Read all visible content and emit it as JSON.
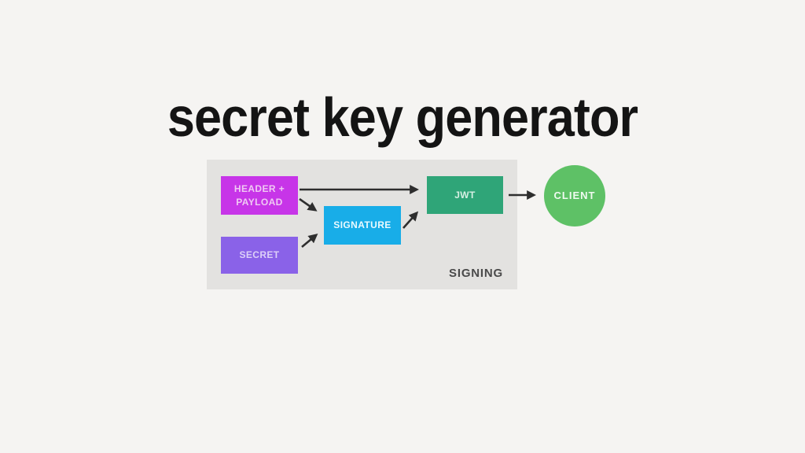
{
  "page": {
    "title": "secret key generator",
    "background": "#f5f4f2"
  },
  "diagram": {
    "panel": {
      "label": "SIGNING",
      "background": "#e3e2e0",
      "label_color": "#4a4a4a"
    },
    "nodes": [
      {
        "id": "header-payload",
        "label": "HEADER + PAYLOAD",
        "shape": "rect",
        "color": "#c735e8",
        "text_color": "#f0c9f3"
      },
      {
        "id": "secret",
        "label": "SECRET",
        "shape": "rect",
        "color": "#8a62e8",
        "text_color": "#ddd0f8"
      },
      {
        "id": "signature",
        "label": "SIGNATURE",
        "shape": "rect",
        "color": "#18ade8",
        "text_color": "#eafaff"
      },
      {
        "id": "jwt",
        "label": "JWT",
        "shape": "rect",
        "color": "#2fa578",
        "text_color": "#d6efe3"
      },
      {
        "id": "client",
        "label": "CLIENT",
        "shape": "circle",
        "color": "#5ec166",
        "text_color": "#f0faf0"
      }
    ],
    "edges": [
      {
        "from": "header-payload",
        "to": "jwt"
      },
      {
        "from": "header-payload",
        "to": "signature"
      },
      {
        "from": "secret",
        "to": "signature"
      },
      {
        "from": "signature",
        "to": "jwt"
      },
      {
        "from": "jwt",
        "to": "client"
      }
    ],
    "arrow_color": "#2e2e2e"
  }
}
